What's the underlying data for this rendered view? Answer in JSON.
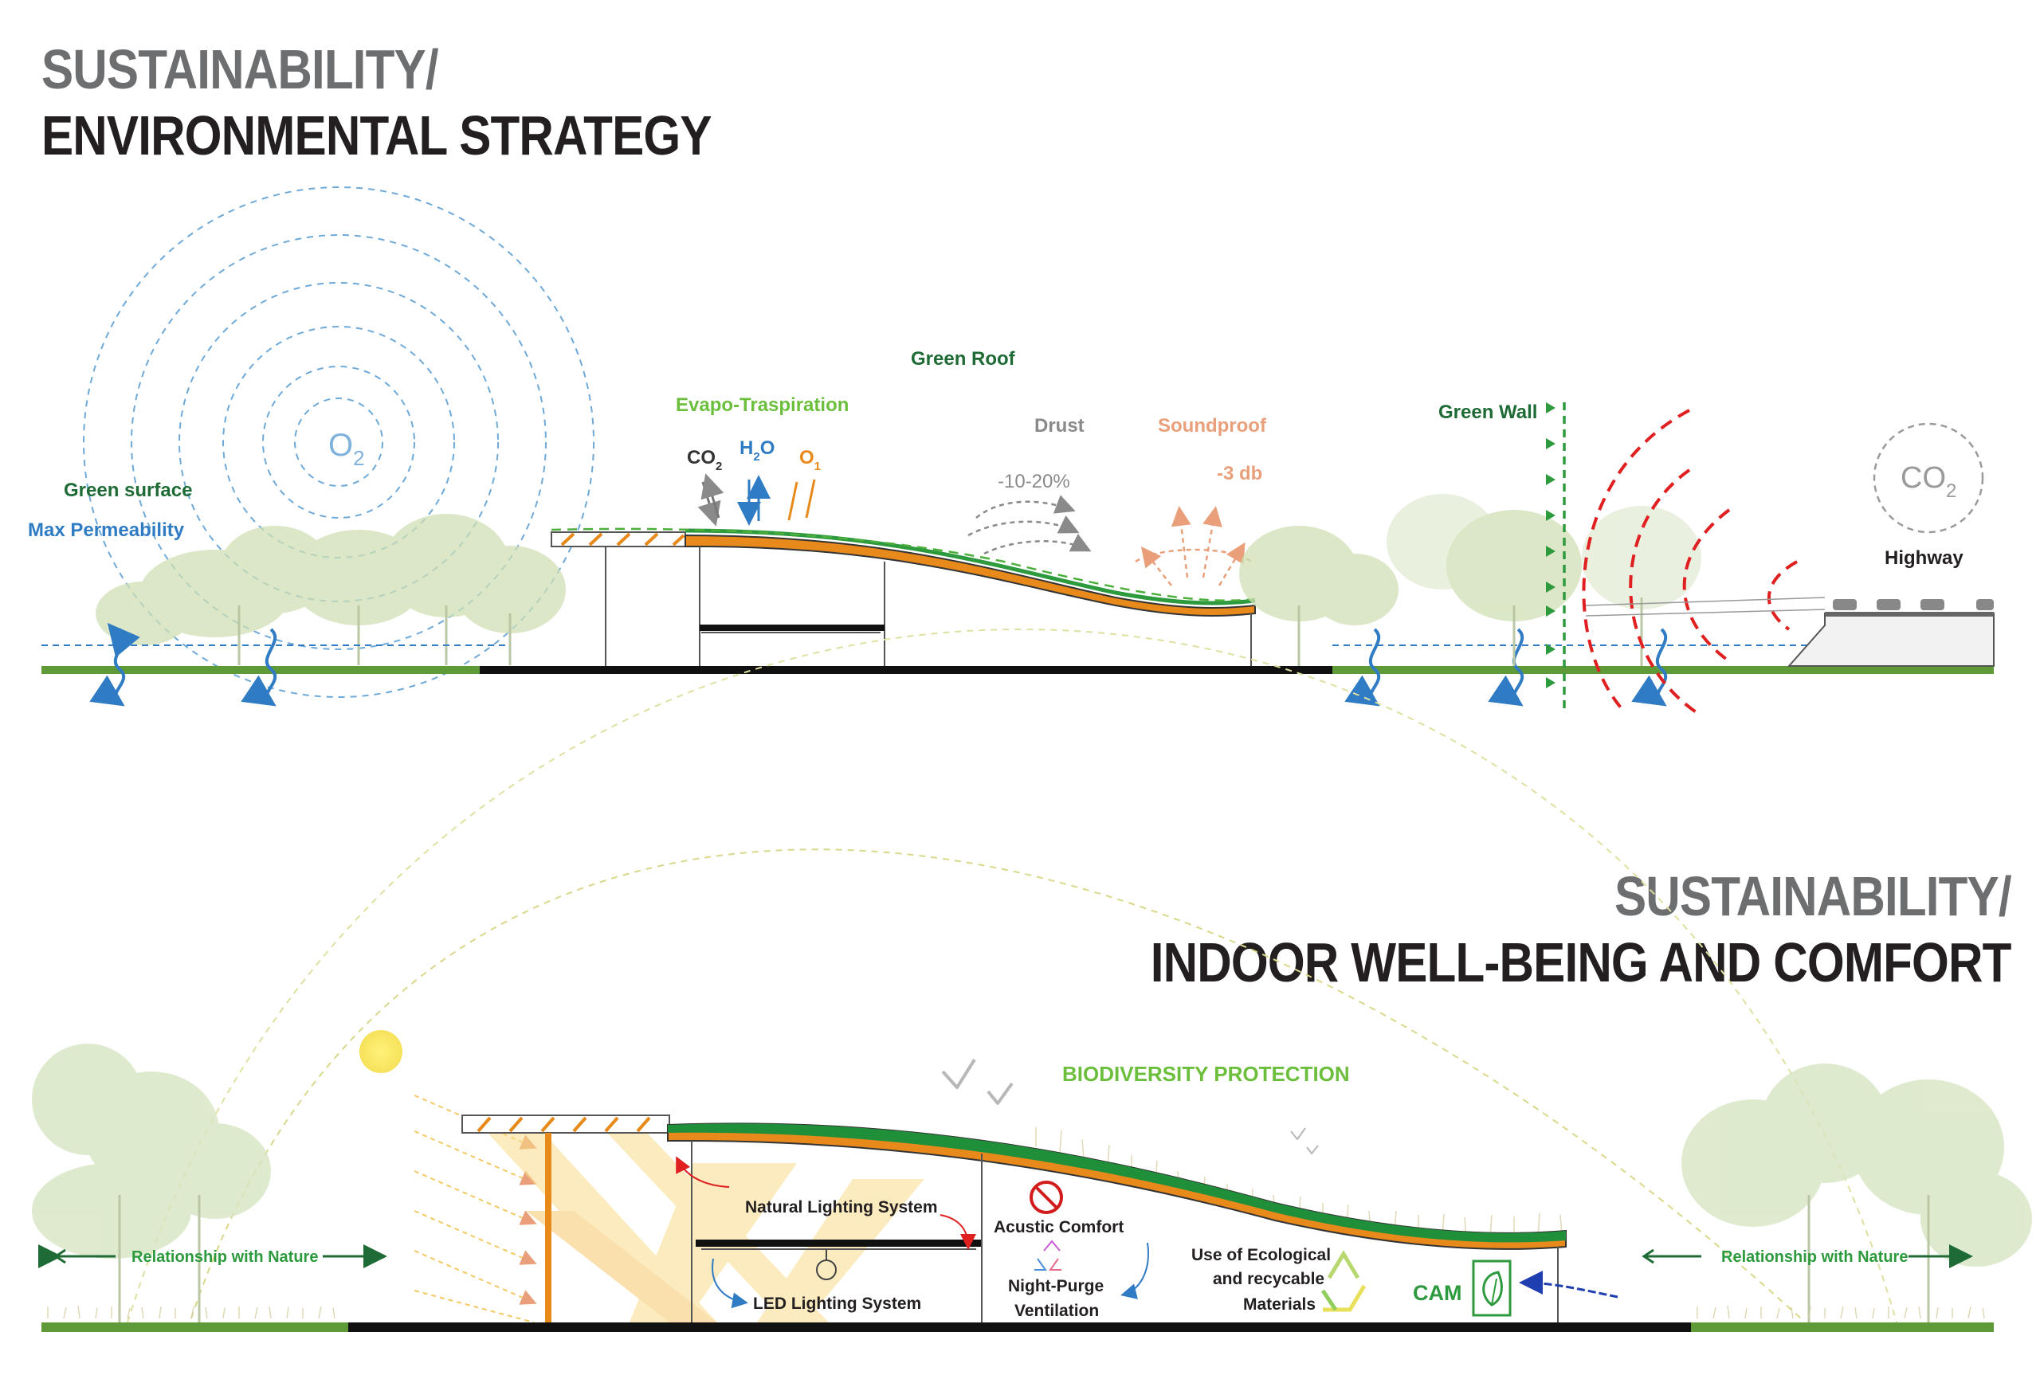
{
  "top": {
    "title_line1": "SUSTAINABILITY/",
    "title_line2": "ENVIRONMENTAL STRATEGY",
    "labels": {
      "o2": "O",
      "o2_sub": "2",
      "green_surface": "Green surface",
      "max_permeability": "Max Permeability",
      "green_roof": "Green Roof",
      "evapo": "Evapo-Traspiration",
      "co2": "CO",
      "co2_sub": "2",
      "h2o_h": "H",
      "h2o_sub": "2",
      "h2o_o": "O",
      "o1": "O",
      "o1_sub": "1",
      "drust": "Drust",
      "drust_value": "-10-20%",
      "soundproof": "Soundproof",
      "soundproof_value": "-3 db",
      "green_wall": "Green Wall",
      "highway_co2": "CO",
      "highway_co2_sub": "2",
      "highway": "Highway"
    }
  },
  "bottom": {
    "title_line1": "SUSTAINABILITY/",
    "title_line2": "INDOOR WELL-BEING AND COMFORT",
    "labels": {
      "biodiversity": "BIODIVERSITY PROTECTION",
      "natural_lighting": "Natural Lighting System",
      "led_lighting": "LED Lighting System",
      "acustic": "Acustic Comfort",
      "night_purge_1": "Night-Purge",
      "night_purge_2": "Ventilation",
      "ecological_1": "Use of Ecological",
      "ecological_2": "and recycable",
      "ecological_3": "Materials",
      "cam": "CAM",
      "nature_left": "Relationship with Nature",
      "nature_right": "Relationship with Nature"
    }
  },
  "colors": {
    "dark_green": "#1e6b35",
    "mid_green": "#2e9a3e",
    "light_green": "#6cbf3c",
    "blue": "#2f7cc4",
    "orange": "#e8891b",
    "salmon": "#e9a07a",
    "gray": "#8a8a8a",
    "red": "#e02020",
    "ground_green": "#5f9a38"
  }
}
